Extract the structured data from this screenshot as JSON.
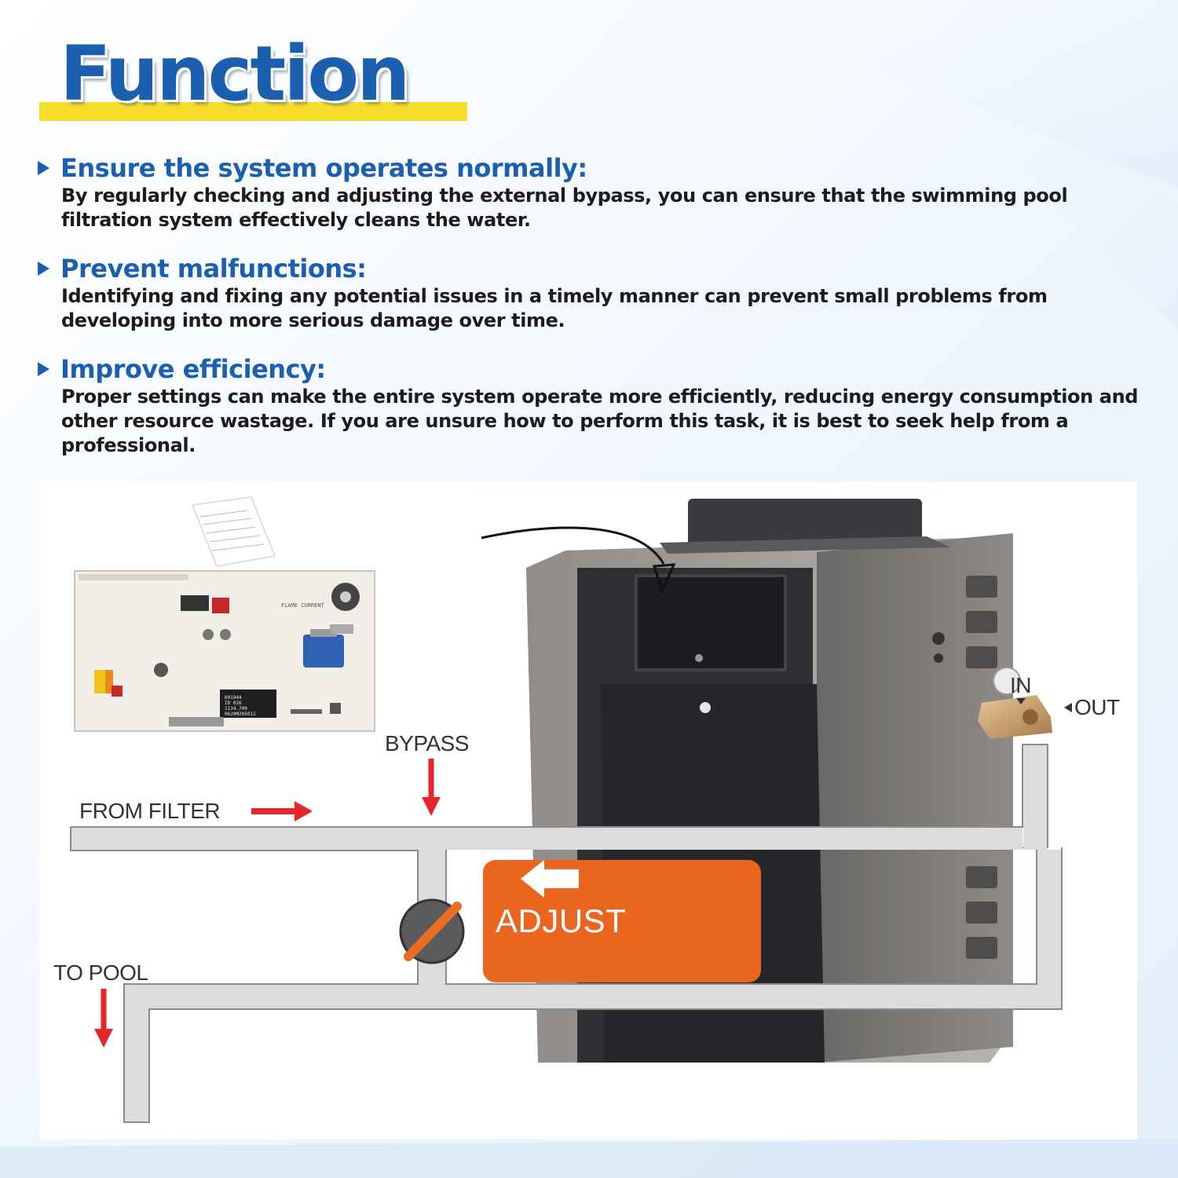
{
  "title": "Function",
  "sections": [
    {
      "heading": "Ensure the system operates normally:",
      "body": "By regularly checking and adjusting the external bypass, you can ensure that the swimming pool filtration system effectively cleans the water."
    },
    {
      "heading": "Prevent malfunctions:",
      "body": "Identifying and fixing any potential issues in a timely manner can prevent small problems from developing into more serious damage over time."
    },
    {
      "heading": "Improve efficiency:",
      "body": "Proper settings can make the entire system operate more efficiently, reducing energy consumption and other resource wastage. If you are unsure how to perform this task, it is best to seek help from a professional."
    }
  ],
  "diagram": {
    "bypass_label": "BYPASS",
    "from_filter_label": "FROM FILTER",
    "to_pool_label": "TO POOL",
    "adjust_label": "ADJUST",
    "in_label": "IN",
    "out_label": "OUT",
    "board_chip_text": [
      "601944",
      "ID 026",
      "1134.700",
      "0620M205012"
    ],
    "board_sticker_text": "FLAME CURRENT"
  },
  "colors": {
    "title_blue": "#1a5fb0",
    "title_underline": "#f7dc2b",
    "arrow_red": "#e8262a",
    "adjust_orange": "#ea661f",
    "body_text": "#1c1c1c"
  },
  "icons": [
    "triangle-bullet-icon",
    "red-arrow-icon",
    "left-arrow-icon",
    "valve-icon"
  ]
}
